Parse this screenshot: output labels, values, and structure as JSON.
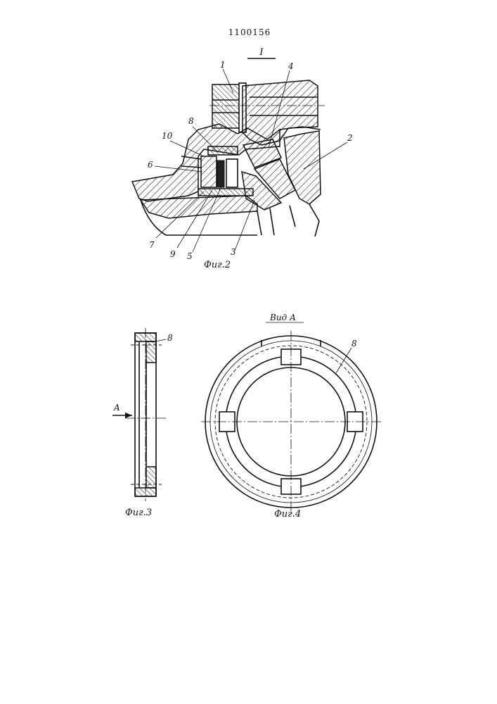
{
  "document": {
    "patent_number": "1100156",
    "section_mark": "I"
  },
  "fig2": {
    "caption": "Фиг.2",
    "callouts": [
      "1",
      "4",
      "2",
      "8",
      "10",
      "6",
      "7",
      "9",
      "5",
      "3"
    ]
  },
  "fig3": {
    "caption": "Фиг.3",
    "view_arrow": "A",
    "callout": "8"
  },
  "fig4": {
    "caption": "Фиг.4",
    "view_label": "Вид А",
    "callout": "8"
  }
}
